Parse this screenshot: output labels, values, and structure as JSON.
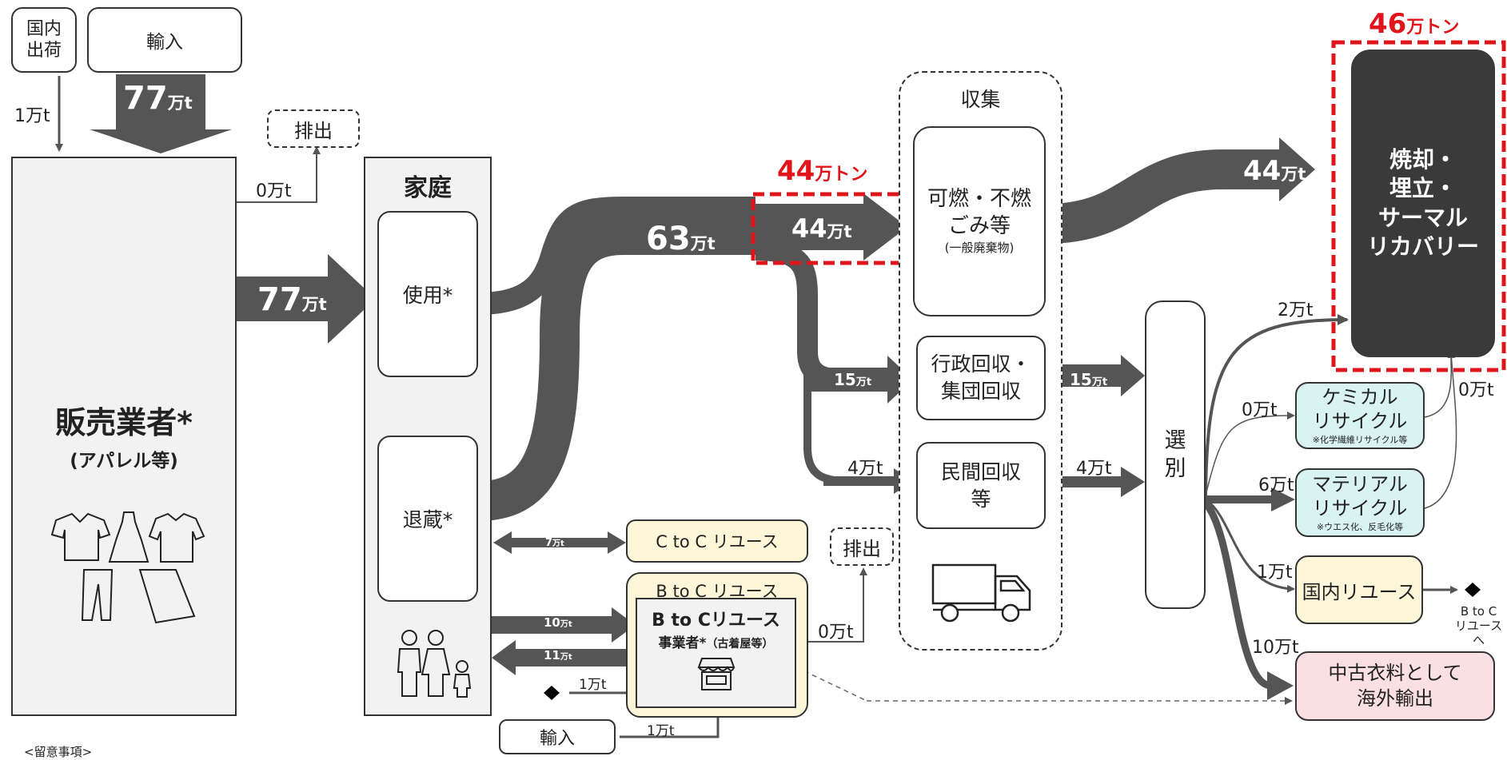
{
  "sources": {
    "domestic": "国内\n出荷",
    "import": "輸入",
    "domestic_flow": "1万t",
    "import_flow_value": "77",
    "import_flow_unit": "万t"
  },
  "retailer": {
    "title": "販売業者*",
    "subtitle": "(アパレル等)",
    "discharge_label": "排出",
    "discharge_flow": "0万t",
    "to_household_value": "77",
    "to_household_unit": "万t"
  },
  "household": {
    "title": "家庭",
    "use": "使用*",
    "stock": "退蔵*"
  },
  "flows": {
    "main_value": "63",
    "main_unit": "万t",
    "combustible_value": "44",
    "combustible_unit": "万t",
    "combustible_highlight_value": "44",
    "combustible_highlight_unit": "万トン",
    "admin_value": "15",
    "admin_unit": "万t",
    "private": "4万t",
    "admin_to_sort_value": "15",
    "admin_to_sort_unit": "万t",
    "private_to_sort": "4万t",
    "to_incinerate_value": "44",
    "to_incinerate_unit": "万t",
    "sort_to_incinerate": "2万t",
    "sort_to_chemical": "0万t",
    "sort_to_material": "6万t",
    "sort_to_domestic_reuse": "1万t",
    "sort_to_export": "10万t",
    "recycle_to_incinerate": "0万t",
    "ctoc_value": "7",
    "ctoc_unit": "万t",
    "btoc_in_value": "10",
    "btoc_in_unit": "万t",
    "btoc_out_value": "11",
    "btoc_out_unit": "万t",
    "diamond_in": "1万t",
    "import_to_btoc": "1万t",
    "btoc_discharge": "0万t"
  },
  "collection": {
    "title": "収集",
    "combustible_line1": "可燃・不燃",
    "combustible_line2": "ごみ等",
    "combustible_note": "(一般廃棄物)",
    "admin_line1": "行政回収・",
    "admin_line2": "集団回収",
    "private_line1": "民間回収",
    "private_line2": "等"
  },
  "sorting": {
    "label": "選\n別"
  },
  "incineration": {
    "total_value": "46",
    "total_unit": "万トン",
    "line1": "焼却・",
    "line2": "埋立・",
    "line3": "サーマル",
    "line4": "リカバリー"
  },
  "recycle": {
    "chemical_line1": "ケミカル",
    "chemical_line2": "リサイクル",
    "chemical_note": "※化学繊維リサイクル等",
    "material_line1": "マテリアル",
    "material_line2": "リサイクル",
    "material_note": "※ウエス化、反毛化等"
  },
  "reuse": {
    "domestic": "国内リユース",
    "to_btoc": "B to C\nリユースへ",
    "export_line1": "中古衣料として",
    "export_line2": "海外輸出",
    "ctoc": "C to C リユース",
    "btoc": "B to C リユース",
    "btoc_operator_line1": "B to Cリユース",
    "btoc_operator_line2": "事業者*",
    "btoc_operator_note": "（古着屋等）",
    "btoc_discharge_label": "排出",
    "import_label": "輸入"
  },
  "footer": {
    "notes_heading": "<留意事項>"
  },
  "colors": {
    "flow": "#555555",
    "highlight": "#e0141b",
    "dark_box": "#3a3a3a",
    "recycle_fill": "#d8f3f2",
    "reuse_fill": "#fdf6d8",
    "export_fill": "#fbe0e3"
  }
}
